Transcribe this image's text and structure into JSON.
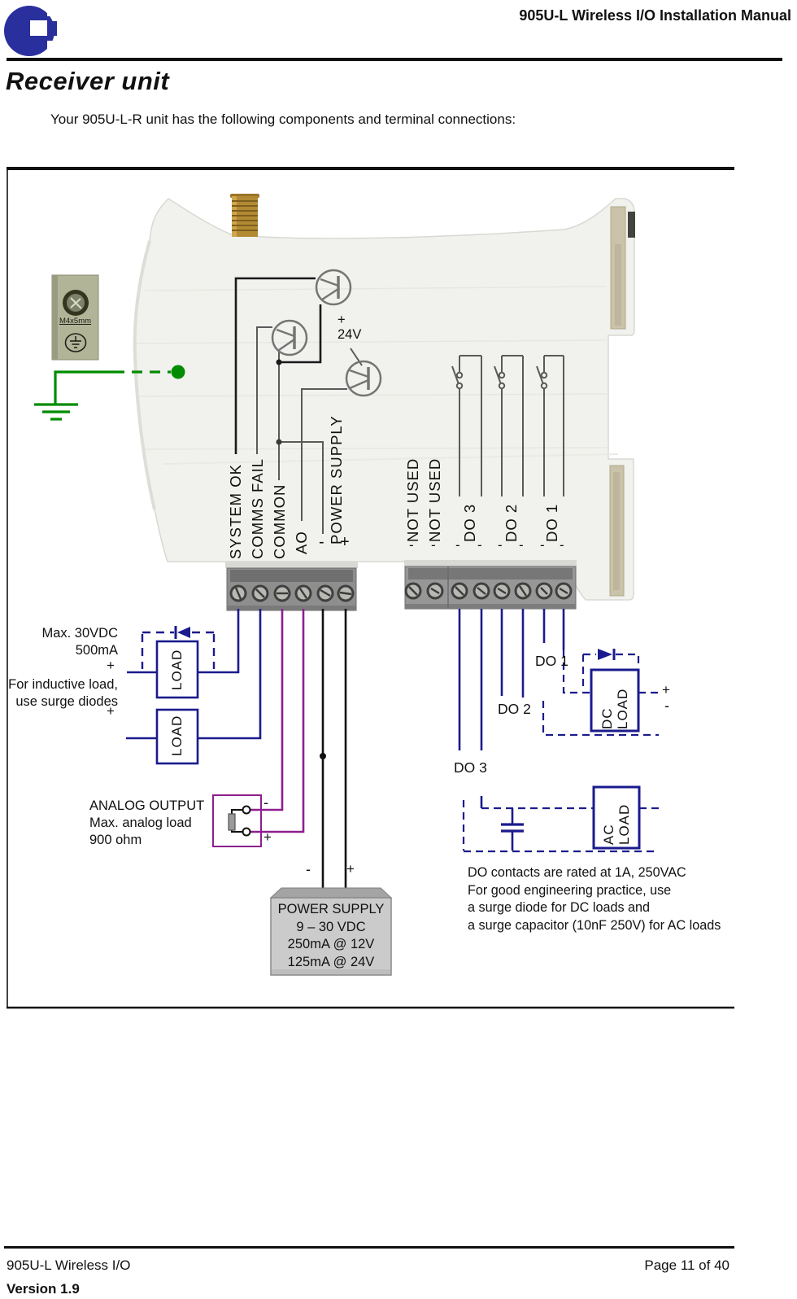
{
  "header": {
    "manual_title": "905U-L Wireless I/O Installation Manual"
  },
  "page": {
    "title": "Receiver unit",
    "intro": "Your 905U-L-R unit has the following components and terminal connections:"
  },
  "diagram": {
    "rail_24v": "+\n24V",
    "terminal_labels_left": [
      "SYSTEM OK",
      "COMMS FAIL",
      "COMMON",
      "AO"
    ],
    "power_supply_label": "POWER SUPPLY",
    "terminal_labels_right": [
      "NOT USED",
      "NOT USED",
      "DO 3",
      "DO 2",
      "DO 1"
    ],
    "minus": "-",
    "plus": "+",
    "load_rating": "Max. 30VDC\n500mA",
    "inductive_note": "For inductive load,\nuse surge diodes",
    "load_label": "LOAD",
    "analog_note": "ANALOG OUTPUT\nMax. analog load\n900 ohm",
    "do_labels": {
      "do1": "DO 1",
      "do2": "DO 2",
      "do3": "DO 3"
    },
    "dc_load_label": "DC\nLOAD",
    "ac_load_label": "AC\nLOAD",
    "contacts_note": "DO contacts are rated at 1A, 250VAC\nFor good engineering practice, use\na surge diode for DC loads and\na surge capacitor (10nF 250V) for AC loads",
    "power_supply_box": "POWER SUPPLY\n9 – 30 VDC\n250mA @ 12V\n125mA @ 24V",
    "m4_label": "M4x5mm",
    "colors": {
      "navy": "#1b1b8e",
      "purple": "#8e1f8e",
      "green": "#008c00",
      "gold": "#b28a34"
    }
  },
  "footer": {
    "product": "905U-L Wireless I/O",
    "page": "Page 11 of 40",
    "version": "Version 1.9"
  }
}
